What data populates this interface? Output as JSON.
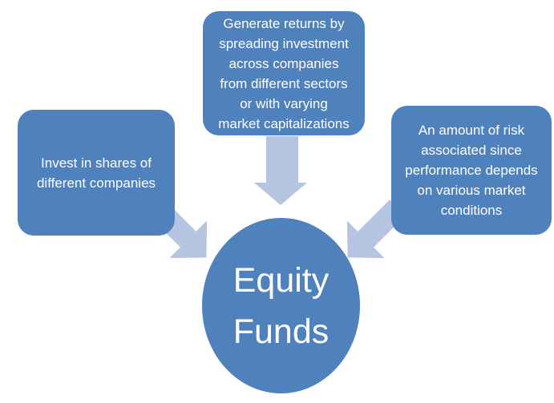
{
  "diagram": {
    "type": "converging-arrows-diagram",
    "background": "#ffffff",
    "center": {
      "label": "Equity\nFunds",
      "shape": "ellipse",
      "fill": "#4f81bd",
      "text_color": "#ffffff"
    },
    "boxes": [
      {
        "id": "invest-shares",
        "position": "left",
        "text": "Invest in shares of\ndifferent companies"
      },
      {
        "id": "generate-returns",
        "position": "top",
        "text": "Generate returns by\nspreading investment\nacross companies\nfrom different sectors\nor with varying\nmarket capitalizations"
      },
      {
        "id": "risk-associated",
        "position": "right",
        "text": "An amount of risk\nassociated since\nperformance depends\non various market\nconditions"
      }
    ],
    "arrows": [
      {
        "name": "left-arrow",
        "direction": "down-right",
        "fill": "#b5c4e1"
      },
      {
        "name": "top-arrow",
        "direction": "down",
        "fill": "#b5c4e1"
      },
      {
        "name": "right-arrow",
        "direction": "down-left",
        "fill": "#b5c4e1"
      }
    ],
    "colors": {
      "shape_fill": "#4f81bd",
      "arrow_fill": "#b5c4e1",
      "text": "#ffffff"
    }
  }
}
